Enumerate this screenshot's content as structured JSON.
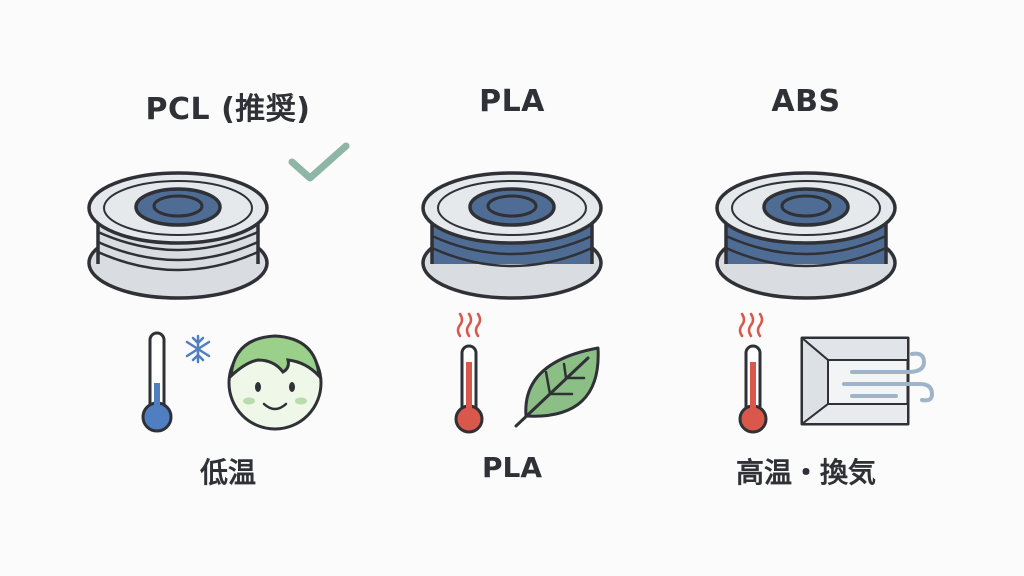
{
  "materials": [
    {
      "title": "PCL (推奨)",
      "caption": "低温",
      "recommended": true
    },
    {
      "title": "PLA",
      "caption": "PLA",
      "recommended": false
    },
    {
      "title": "ABS",
      "caption": "高温・換気",
      "recommended": false
    }
  ],
  "colors": {
    "outline": "#2f3136",
    "spool_blue": "#4f6d94",
    "spool_silver": "#d9dde2",
    "check_green": "#8fb5a6",
    "thermo_cold": "#4f7fc0",
    "thermo_hot": "#d9584b",
    "leaf_green": "#8bbf86",
    "face_hair": "#9bd08a",
    "face_skin": "#eef7e8",
    "wind_blue": "#9fb3c9"
  },
  "icons": [
    "check-icon",
    "thermometer-cold-icon",
    "snowflake-icon",
    "child-face-icon",
    "thermometer-hot-icon",
    "heat-waves-icon",
    "leaf-icon",
    "ventilation-box-icon",
    "wind-icon"
  ]
}
